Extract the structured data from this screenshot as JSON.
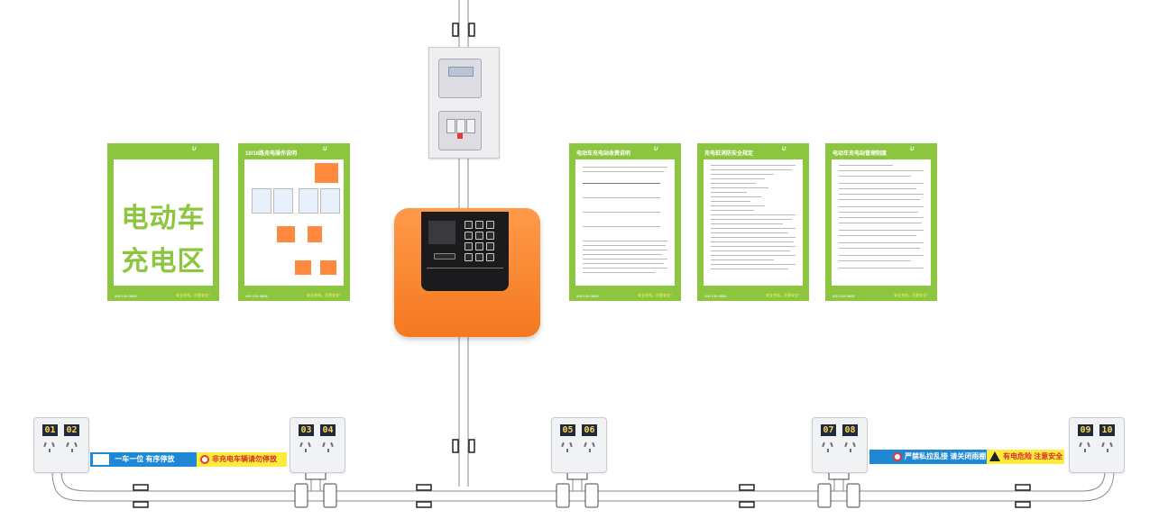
{
  "posters": [
    {
      "title": "",
      "big_line1": "电动车",
      "big_line2": "充电区",
      "footer": "400 135 0808",
      "slogan": "安全充电，注意安全！"
    },
    {
      "title": "10/16路充电操作说明",
      "footer": "400 135 0808",
      "slogan": "安全充电，注意安全！"
    },
    {
      "title": "电动车充电站收费说明",
      "footer": "400 135 0808",
      "slogan": "安全充电，注意安全！"
    },
    {
      "title": "充电桩消防安全规定",
      "footer": "400 135 0808",
      "slogan": "安全充电，注意安全！"
    },
    {
      "title": "电动车充电站管理制度",
      "footer": "400 135 0808",
      "slogan": "安全充电，注意安全！"
    }
  ],
  "poster_logo": "U",
  "sockets": [
    {
      "left": "01",
      "right": "02"
    },
    {
      "left": "03",
      "right": "04"
    },
    {
      "left": "05",
      "right": "06"
    },
    {
      "left": "07",
      "right": "08"
    },
    {
      "left": "09",
      "right": "10"
    }
  ],
  "banners": {
    "left_blue": "一车一位 有序停放",
    "left_yellow": "非充电车辆请勿停放",
    "right_blue": "严禁私拉乱接 请关闭雨棚",
    "right_yellow": "有电危险 注意安全"
  },
  "colors": {
    "poster_green": "#8cc63f",
    "station_orange": "#f5781f",
    "banner_blue": "#1e88d6",
    "banner_yellow": "#ffeb3b"
  }
}
